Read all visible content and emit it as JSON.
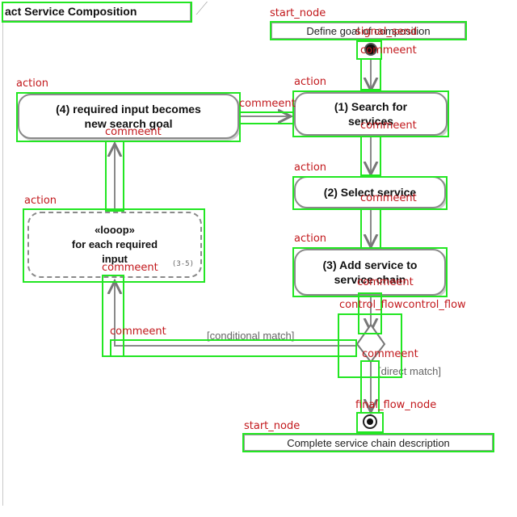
{
  "diagram": {
    "frame_title": "act Service Composition",
    "start_label": "Define goal of composition",
    "end_label": "Complete service chain description",
    "actions": {
      "search": {
        "line1": "(1) Search for",
        "line2": "services"
      },
      "select": {
        "line1": "(2) Select service"
      },
      "add": {
        "line1": "(3) Add service to",
        "line2": "service chain"
      },
      "required_input": {
        "line1": "(4) required input becomes",
        "line2": "new search goal"
      }
    },
    "loop": {
      "line1": "«looop»",
      "line2": "for each required",
      "line3": "input",
      "tag": "(3-5)"
    },
    "guards": {
      "conditional": "[conditional match]",
      "direct": "[direct match]"
    }
  },
  "annotations": {
    "start_node": "start_node",
    "signal_send": "signal_send",
    "action": "action",
    "commeent": "commeent",
    "control_flow": "control_flowcontrol_flow",
    "final_flow_node": "final_flow_node"
  },
  "colors": {
    "annotation_box": "#22e622",
    "annotation_label": "#c2181c",
    "node_border": "#8a8a8a"
  }
}
